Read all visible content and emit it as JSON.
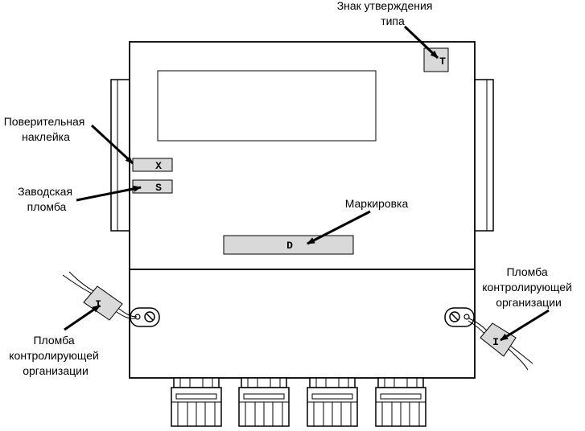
{
  "callouts": {
    "type_approval": [
      "Знак утверждения",
      "типа"
    ],
    "verification_sticker": [
      "Поверительная",
      "наклейка"
    ],
    "factory_seal": [
      "Заводская",
      "пломба"
    ],
    "marking": [
      "Маркировка"
    ],
    "control_seal_left": [
      "Пломба",
      "контролирующей",
      "организации"
    ],
    "control_seal_right": [
      "Пломба",
      "контролирующей",
      "организации"
    ]
  },
  "labels": {
    "type_mark": "T",
    "verification_mark": "X",
    "factory_seal_mark": "S",
    "marking_plate": "D",
    "seal_left": "I",
    "seal_right": "I"
  },
  "colors": {
    "stroke": "#000000",
    "fill_gray": "#d9d9d9",
    "background": "#ffffff"
  }
}
